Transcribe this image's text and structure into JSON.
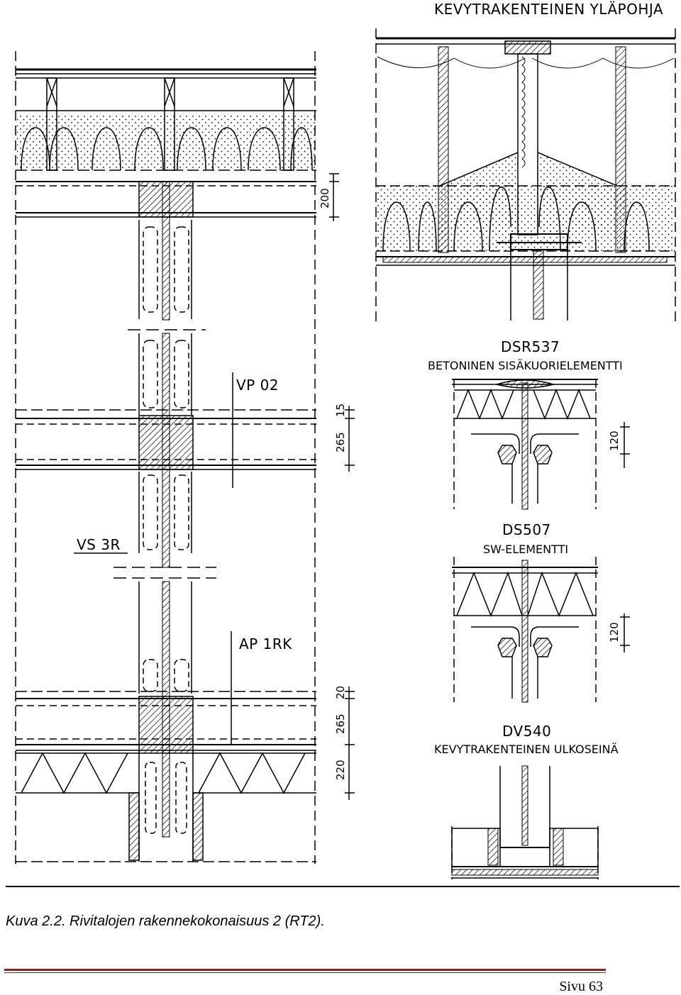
{
  "labels": {
    "roof": "KEVYTRAKENTEINEN YLÄPOHJA",
    "dsr_code": "DSR537",
    "dsr_name": "BETONINEN SISÄKUORIELEMENTTI",
    "ds_code": "DS507",
    "ds_name": "SW-ELEMENTTI",
    "dv_code": "DV540",
    "dv_name": "KEVYTRAKENTEINEN ULKOSEINÄ",
    "vp": "VP 02",
    "vs": "VS 3R",
    "ap": "AP 1RK"
  },
  "dimensions": {
    "d200": "200",
    "d15": "15",
    "d265a": "265",
    "d120a": "120",
    "d120b": "120",
    "d20": "20",
    "d265b": "265",
    "d220": "220"
  },
  "caption": "Kuva 2.2. Rivitalojen rakennekokonaisuus 2 (RT2).",
  "footer": {
    "page": "Sivu 63"
  }
}
